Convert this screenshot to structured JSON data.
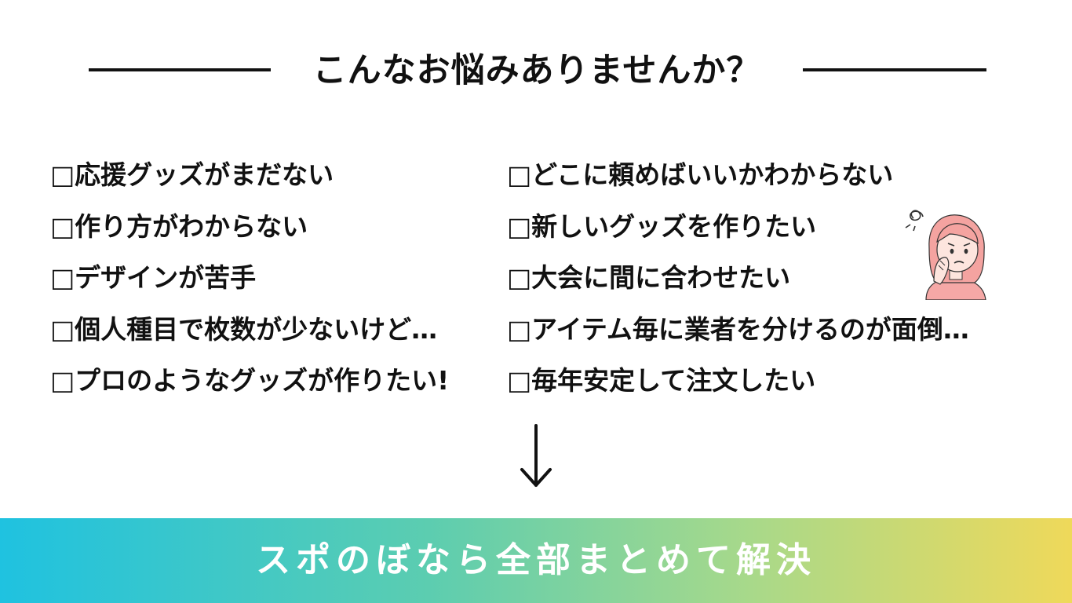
{
  "heading": {
    "title": "こんなお悩みありませんか？"
  },
  "concerns": {
    "left": [
      "□応援グッズがまだない",
      "□作り方がわからない",
      "□デザインが苦手",
      "□個人種目で枚数が少ないけど…",
      "□プロのようなグッズが作りたい!"
    ],
    "right": [
      "□どこに頼めばいいかわからない",
      "□新しいグッズを作りたい",
      "□大会に間に合わせたい",
      "□アイテム毎に業者を分けるのが面倒…",
      "□毎年安定して注文したい"
    ]
  },
  "banner": {
    "text": "スポのぼなら全部まとめて解決",
    "gradient_colors": [
      "#1fc2e0",
      "#5ccdb0",
      "#a8d98a",
      "#efd95a"
    ]
  },
  "icons": {
    "arrow": "arrow-down-icon",
    "illustration": "worried-woman-icon"
  },
  "colors": {
    "text": "#111111",
    "skin": "#fde5de",
    "hair": "#f4a3a0",
    "shirt": "#f5a8a6"
  }
}
